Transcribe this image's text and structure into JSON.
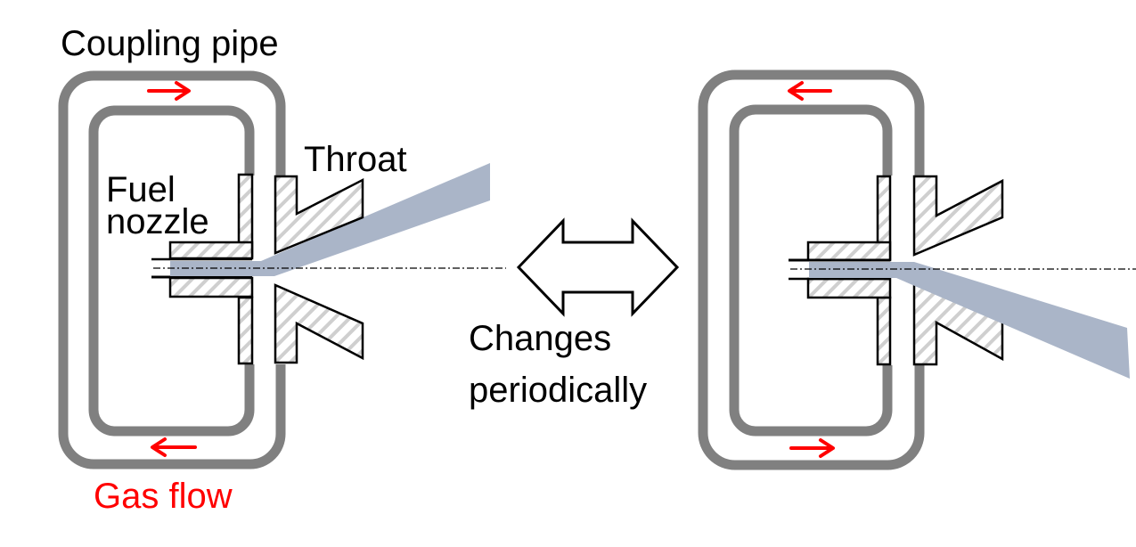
{
  "labels": {
    "coupling_pipe": "Coupling pipe",
    "throat": "Throat",
    "fuel_nozzle_line1": "Fuel",
    "fuel_nozzle_line2": "nozzle",
    "gas_flow": "Gas flow",
    "changes_line1": "Changes",
    "changes_line2": "periodically"
  },
  "colors": {
    "pipe": "#808080",
    "flow_arrow": "#ff0000",
    "jet": "#aab5c8",
    "outline": "#000000",
    "hatch": "#c8c8c8",
    "gas_flow_text": "#ff0000"
  },
  "states": [
    {
      "name": "state-a",
      "top_flow": "right",
      "bottom_flow": "left",
      "jet_direction": "up"
    },
    {
      "name": "state-b",
      "top_flow": "left",
      "bottom_flow": "right",
      "jet_direction": "down"
    }
  ]
}
